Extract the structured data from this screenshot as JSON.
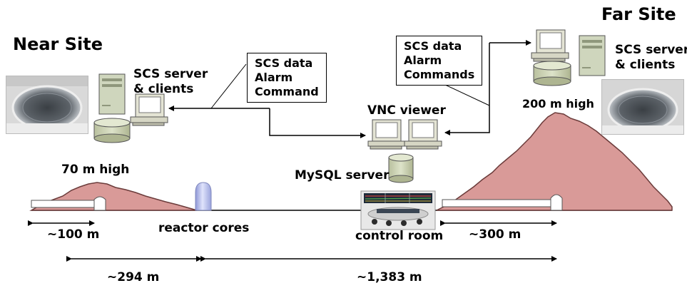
{
  "near_site": {
    "title": "Near Site",
    "server_label": [
      "SCS server",
      "& clients"
    ],
    "hill_label": "70 m high",
    "tunnel_distance": "~100 m"
  },
  "far_site": {
    "title": "Far Site",
    "server_label": [
      "SCS server",
      "& clients"
    ],
    "hill_label": "200 m high",
    "tunnel_distance": "~300 m"
  },
  "near_callout": [
    "SCS data",
    "Alarm",
    "Command"
  ],
  "far_callout": [
    "SCS data",
    "Alarm",
    "Commands"
  ],
  "control": {
    "vnc_label": "VNC viewer",
    "mysql_label": "MySQL server",
    "room_label": "control room"
  },
  "reactor_label": "reactor cores",
  "baselines": {
    "near_to_reactor": "~294 m",
    "reactor_to_far": "~1,383 m"
  },
  "colors": {
    "hill_fill": "#d99a98",
    "hill_stroke": "#6b3b3a",
    "server_fill": "#cfd6bd",
    "disk_fill": "#cbd2b4",
    "monitor_frame": "#e4e4d4",
    "reactor_fill": "#b7bee8"
  }
}
